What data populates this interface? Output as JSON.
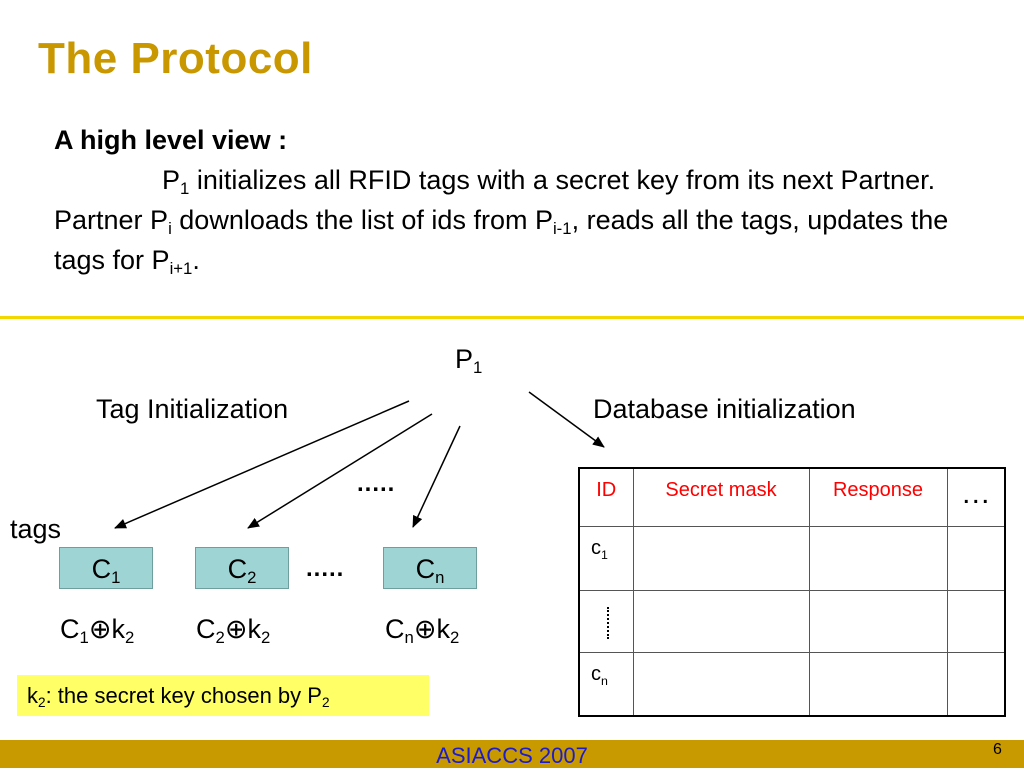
{
  "slide": {
    "title": "The Protocol",
    "heading": "A high level view :",
    "paragraph": {
      "p": "P",
      "sub_1": "1",
      "t1": " initializes all RFID tags with a secret key from its next Partner. Partner P",
      "sub_i": "i",
      "t2": " downloads the list of ids from P",
      "sub_im1": "i-1",
      "t3": ", reads all the tags, updates the tags for P",
      "sub_ip1": "i+1",
      "t4": "."
    }
  },
  "diagram": {
    "p1": {
      "main": "P",
      "sub": "1"
    },
    "tag_init_label": "Tag Initialization",
    "db_init_label": "Database initialization",
    "tags_label": "tags",
    "dots": ".....",
    "boxes": [
      {
        "main": "C",
        "sub": "1"
      },
      {
        "main": "C",
        "sub": "2"
      },
      {
        "main": "C",
        "sub": "n"
      }
    ],
    "xor": "⊕",
    "key": "k",
    "key_sub": "2",
    "note": {
      "t1": "k",
      "sub1": "2",
      "t2": ": the secret key chosen by P",
      "sub2": "2"
    }
  },
  "table": {
    "headers": [
      "ID",
      "Secret mask",
      "Response"
    ],
    "ellipsis": "…",
    "rows": [
      {
        "main": "c",
        "sub": "1"
      },
      {
        "main": "c",
        "sub": "n"
      }
    ]
  },
  "footer": {
    "text": "ASIACCS 2007",
    "page": "6"
  },
  "colors": {
    "title": "#c99700",
    "rule": "#f2d700",
    "box_fill": "#9fd4d4",
    "note_fill": "#ffff66",
    "header_text": "#ff0000",
    "footer_bar": "#c89a00",
    "footer_text": "#1c1ccf"
  }
}
